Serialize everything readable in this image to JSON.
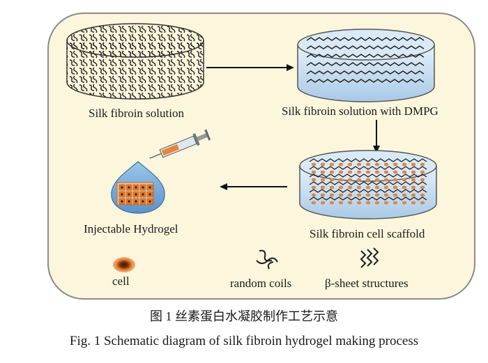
{
  "diagram": {
    "labels": {
      "solution": "Silk fibroin solution",
      "solution_dmpg": "Silk fibroin solution with DMPG",
      "scaffold": "Silk fibroin cell scaffold",
      "hydrogel": "Injectable Hydrogel"
    },
    "legend": {
      "cell": "cell",
      "random_coils": "random coils",
      "beta_sheet": "β-sheet structures"
    }
  },
  "caption": {
    "chinese": "图 1   丝素蛋白水凝胶制作工艺示意",
    "english": "Fig. 1    Schematic diagram of silk fibroin hydrogel making process"
  },
  "colors": {
    "background": "#fbf6dc",
    "dish_blue": "#c8dff0",
    "cell_orange": "#e8853a",
    "hydrogel_blue": "#7fb0dc"
  }
}
